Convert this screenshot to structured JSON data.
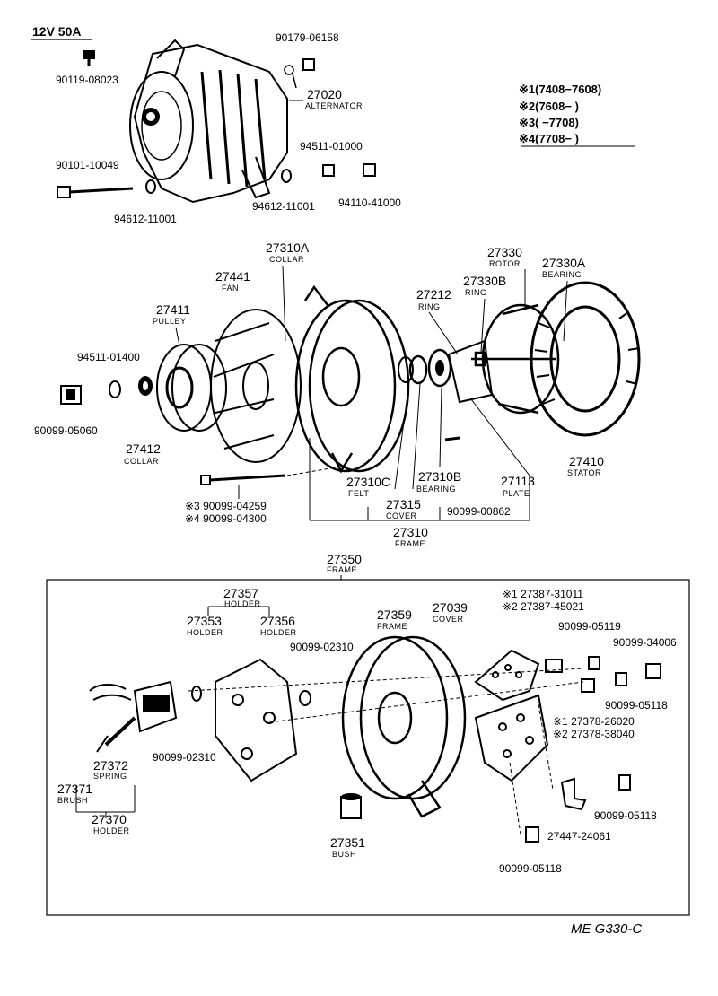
{
  "header": {
    "spec": "12V 50A"
  },
  "legend": [
    "※1(7408−7608)",
    "※2(7608−      )",
    "※3(      −7708)",
    "※4(7708−      )"
  ],
  "footer": {
    "code": "ME G330-C"
  },
  "parts": {
    "p90119_08023": "90119-08023",
    "p90179_06158": "90179-06158",
    "p27020": "27020",
    "p27020_name": "ALTERNATOR",
    "p90101_10049": "90101-10049",
    "p94511_01000": "94511-01000",
    "p94612_11001a": "94612-11001",
    "p94612_11001b": "94612-11001",
    "p94110_41000": "94110-41000",
    "p27441": "27441",
    "p27441_name": "FAN",
    "p27310A": "27310A",
    "p27310A_name": "COLLAR",
    "p27411": "27411",
    "p27411_name": "PULLEY",
    "p94511_01400": "94511-01400",
    "p90099_05060": "90099-05060",
    "p27412": "27412",
    "p27412_name": "COLLAR",
    "p90099_04259": "※3 90099-04259",
    "p90099_04300": "※4 90099-04300",
    "p27310C": "27310C",
    "p27310C_name": "FELT",
    "p27315": "27315",
    "p27315_name": "COVER",
    "p27310B": "27310B",
    "p27310B_name": "BEARING",
    "p90099_00862": "90099-00862",
    "p27212": "27212",
    "p27212_name": "RING",
    "p27330": "27330",
    "p27330_name": "ROTOR",
    "p27330B": "27330B",
    "p27330B_name": "RING",
    "p27330A": "27330A",
    "p27330A_name": "BEARING",
    "p27113": "27113",
    "p27113_name": "PLATE",
    "p27410": "27410",
    "p27410_name": "STATOR",
    "p27310": "27310",
    "p27310_name": "FRAME",
    "p27350": "27350",
    "p27350_name": "FRAME",
    "p27357": "27357",
    "p27357_name": "HOLDER",
    "p27353": "27353",
    "p27353_name": "HOLDER",
    "p27356": "27356",
    "p27356_name": "HOLDER",
    "p90099_02310a": "90099-02310",
    "p90099_02310b": "90099-02310",
    "p27359": "27359",
    "p27359_name": "FRAME",
    "p27039": "27039",
    "p27039_name": "COVER",
    "p27387_31011": "※1 27387-31011",
    "p27387_45021": "※2 27387-45021",
    "p90099_05119": "90099-05119",
    "p90099_34006": "90099-34006",
    "p90099_05118a": "90099-05118",
    "p27378_26020": "※1 27378-26020",
    "p27378_38040": "※2 27378-38040",
    "p27371": "27371",
    "p27371_name": "BRUSH",
    "p27372": "27372",
    "p27372_name": "SPRING",
    "p27370": "27370",
    "p27370_name": "HOLDER",
    "p27351": "27351",
    "p27351_name": "BUSH",
    "p27447_24061": "27447-24061",
    "p90099_05118b": "90099-05118",
    "p90099_05118c": "90099-05118"
  }
}
